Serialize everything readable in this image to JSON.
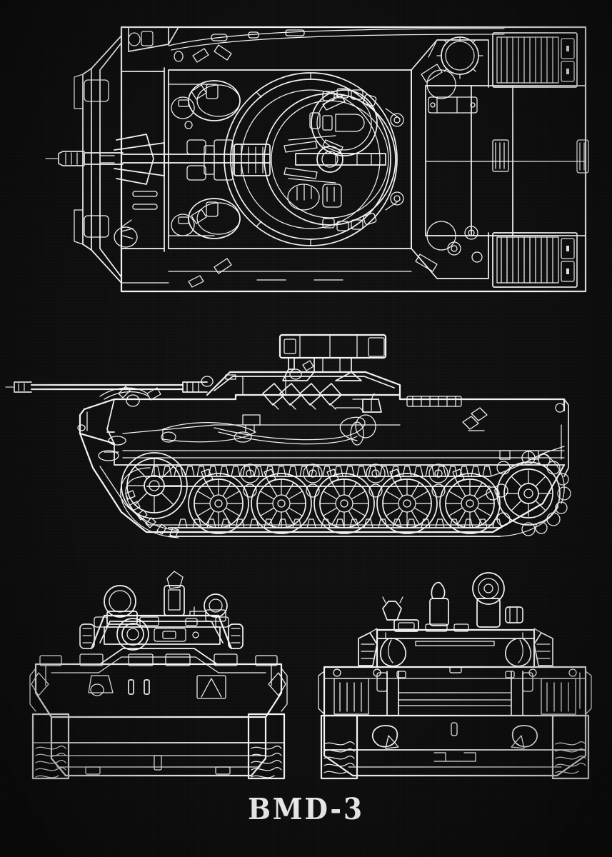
{
  "poster": {
    "title": "BMD-3",
    "background_color": "#0d0d0d",
    "line_color": "#f4f4f4",
    "style": "technical blueprint line drawing",
    "subject": "BMD-3 airborne infantry fighting vehicle"
  },
  "views": [
    {
      "id": "top",
      "name": "Top plan view",
      "label": "top-view"
    },
    {
      "id": "side",
      "name": "Left side view",
      "label": "side-view"
    },
    {
      "id": "front",
      "name": "Front elevation",
      "label": "front-view"
    },
    {
      "id": "rear",
      "name": "Rear elevation",
      "label": "rear-view"
    }
  ],
  "running_gear": {
    "road_wheels": 5,
    "road_wheel_spokes": 12,
    "return_rollers": 4,
    "idler_spokes": 8,
    "sprocket_teeth": 12,
    "track_links_upper": 38,
    "track_links_lower": 30
  },
  "features": {
    "main_gun": "30 mm autocannon with muzzle brake",
    "atgm": "roof-mounted ATGM launcher",
    "smoke_launchers": 4,
    "engine_grilles": 2
  }
}
